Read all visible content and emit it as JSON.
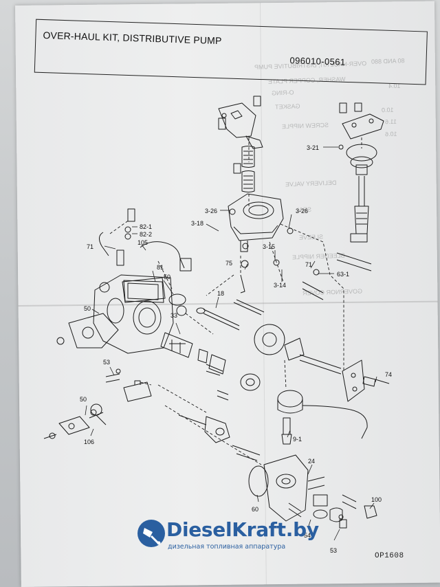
{
  "header": {
    "title": "OVER-HAUL KIT, DISTRIBUTIVE PUMP",
    "part_number": "096010-0561"
  },
  "showthrough_text": [
    "OVER-HAUL KIT, DISTRIBUTIVE PUMP",
    "WASHER, COPPER PLATE",
    "O-RING",
    "GASKET",
    "SCREW NIPPLE",
    "DELIVERY VALVE",
    "BLEEDER NIPPLE",
    "SEAL",
    "SLEEVE",
    "GOVERNOR COVER",
    "80 AND 880",
    "10.4",
    "10.0",
    "11.6",
    "10.6"
  ],
  "callouts": [
    "3-21",
    "3-26",
    "3-26",
    "3-18",
    "3-15",
    "75",
    "3-14",
    "71",
    "63-1",
    "82-1",
    "82-2",
    "105",
    "71",
    "81",
    "50",
    "50",
    "18",
    "33",
    "53",
    "74",
    "50",
    "106",
    "9-1",
    "24",
    "60",
    "54",
    "100",
    "53"
  ],
  "footer": {
    "code": "OP1608"
  },
  "watermark": {
    "brand": "DieselKraft.by",
    "tagline": "дизельная топливная аппаратура",
    "accent": "#2a5fa0"
  }
}
